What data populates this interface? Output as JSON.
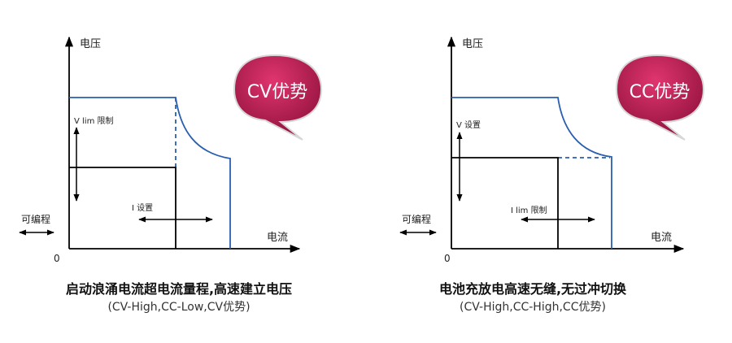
{
  "colors": {
    "curve": "#2a5fb0",
    "axis": "#000000",
    "bubble_top": "#e0356e",
    "bubble_bottom": "#8a0f3a",
    "bubble_text": "#ffffff"
  },
  "panels": [
    {
      "y_axis_label": "电压",
      "x_axis_label": "电流",
      "origin_label": "0",
      "programmable_label": "可编程",
      "v_arrow_label": "V lim 限制",
      "h_arrow_label": "I 设置",
      "badge": "CV优势",
      "caption_title": "启动浪涌电流超电流量程,高速建立电压",
      "caption_sub": "(CV-High,CC-Low,CV优势)"
    },
    {
      "y_axis_label": "电压",
      "x_axis_label": "电流",
      "origin_label": "0",
      "programmable_label": "可编程",
      "v_arrow_label": "V 设置",
      "h_arrow_label": "I lim 限制",
      "badge": "CC优势",
      "caption_title": "电池充放电高速无缝,无过冲切换",
      "caption_sub": "(CV-High,CC-High,CC优势)"
    }
  ]
}
